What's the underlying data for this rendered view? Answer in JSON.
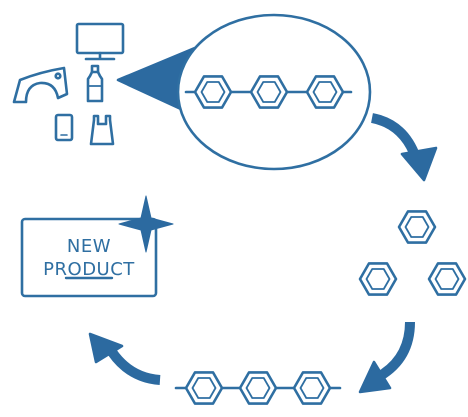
{
  "colors": {
    "accent": "#2c6aa0",
    "outline": "#2f6fa2",
    "background": "#ffffff"
  },
  "product_box": {
    "line1": "NEW",
    "line2": "PRODUCT"
  },
  "icons": [
    "monitor-icon",
    "car-fender-icon",
    "bottle-icon",
    "phone-icon",
    "plastic-bag-icon",
    "sparkle-icon"
  ],
  "stages": [
    "plastic-products",
    "polymer-chain",
    "monomer-units",
    "repolymerized-chain",
    "new-product"
  ]
}
